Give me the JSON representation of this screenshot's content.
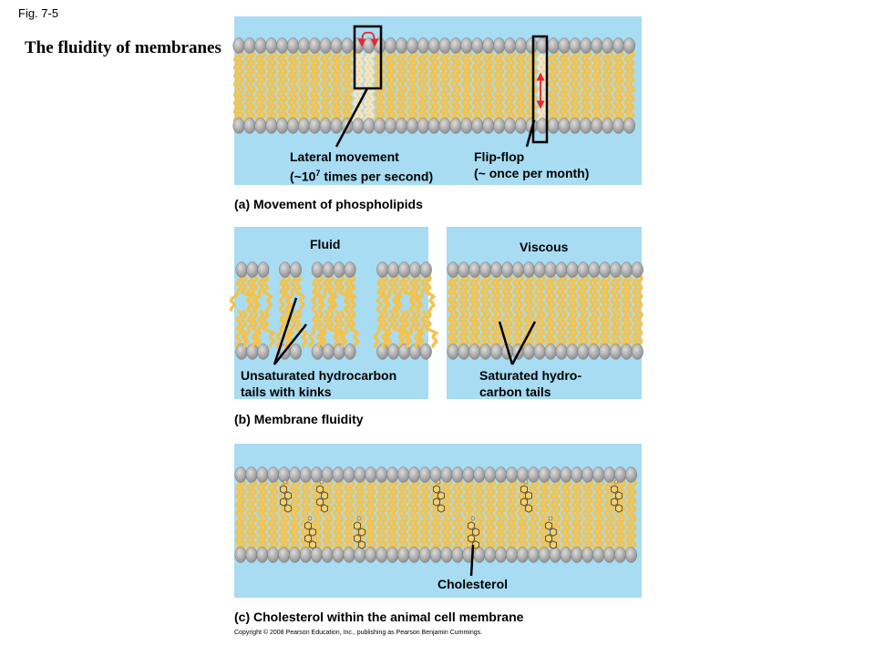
{
  "header": {
    "fig_number": "Fig. 7-5",
    "title": "The fluidity of membranes"
  },
  "panel_a": {
    "caption": "(a) Movement of phospholipids",
    "lateral": {
      "line1": "Lateral movement",
      "line2_prefix": "(~10",
      "line2_exp": "7",
      "line2_suffix": " times per second)"
    },
    "flipflop": {
      "line1": "Flip-flop",
      "line2": "(~ once per month)"
    }
  },
  "panel_b": {
    "caption": "(b) Membrane fluidity",
    "fluid_title": "Fluid",
    "viscous_title": "Viscous",
    "unsaturated": {
      "line1": "Unsaturated hydrocarbon",
      "line2": "tails with kinks"
    },
    "saturated": {
      "line1": "Saturated hydro-",
      "line2": "carbon tails"
    }
  },
  "panel_c": {
    "caption": "(c) Cholesterol within the animal cell membrane",
    "cholesterol_label": "Cholesterol"
  },
  "footer": {
    "copyright": "Copyright © 2008 Pearson Education, Inc., publishing as Pearson Benjamin Cummings."
  },
  "colors": {
    "water": "#a7dcf2",
    "head": "#a6a6a6",
    "tail": "#f5c24c",
    "highlight_tail": "#fbe3b5",
    "arrow": "#e8262d",
    "cholesterol": "#f7cf6b"
  }
}
